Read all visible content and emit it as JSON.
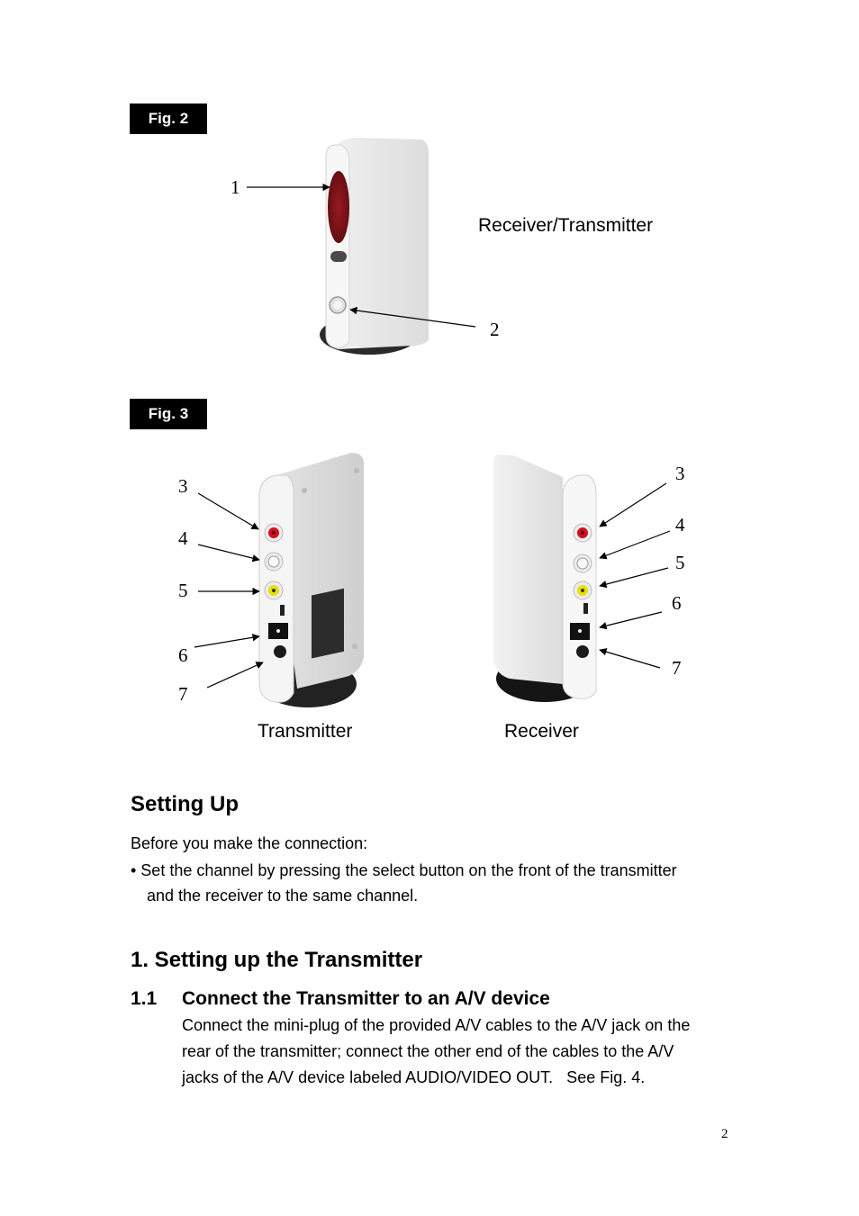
{
  "figures": {
    "fig2": {
      "tag": "Fig. 2",
      "caption": "Receiver/Transmitter",
      "callouts": [
        "1",
        "2"
      ]
    },
    "fig3": {
      "tag": "Fig. 3",
      "transmitter_caption": "Transmitter",
      "receiver_caption": "Receiver",
      "transmitter_callouts": [
        "3",
        "4",
        "5",
        "6",
        "7"
      ],
      "receiver_callouts": [
        "3",
        "4",
        "5",
        "6",
        "7"
      ]
    }
  },
  "setting_up": {
    "heading": "Setting Up",
    "intro": "Before you make the connection:",
    "bullet_line1": "• Set the channel by pressing the select button on the front of the transmitter",
    "bullet_line2": "and the receiver to the same channel."
  },
  "section1": {
    "heading": "1. Setting up the Transmitter",
    "sub_number": "1.1",
    "sub_heading": "Connect the Transmitter to an A/V device",
    "body_line1": "Connect the mini-plug of the provided A/V cables to the A/V jack on the",
    "body_line2": "rear of the transmitter; connect the other end of the cables to the A/V",
    "body_line3": "jacks of the A/V device labeled AUDIO/VIDEO OUT.   See Fig. 4."
  },
  "page_number": "2",
  "colors": {
    "device_body": "#e9e9e9",
    "device_shadow": "#2a2a2a",
    "ir_window": "#7a1216",
    "jack_red": "#d01020",
    "jack_white": "#f4f4f4",
    "jack_yellow": "#e8e000",
    "fig_tag_bg": "#000000"
  }
}
